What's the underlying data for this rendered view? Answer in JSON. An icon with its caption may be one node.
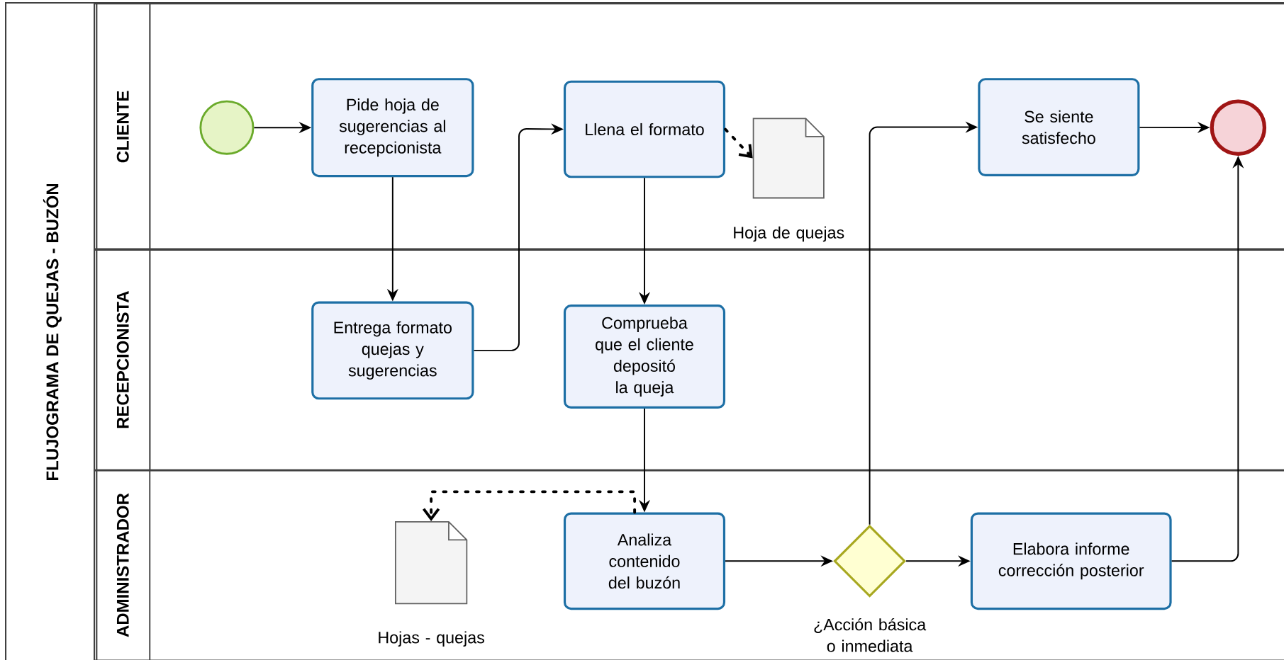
{
  "diagram": {
    "nodes": [
      {
        "text": [
          "FLUJOGRAMA DE  QUEJAS - BUZÓN"
        ]
      },
      {
        "text": [
          "CLIENTE"
        ],
        "in": 0
      },
      {
        "text": [],
        "shape": "circle",
        "in": 1
      },
      {
        "text": [
          "Pide hoja de sugerencias al recepcionista"
        ],
        "in": 1
      },
      {
        "text": [
          "Llena el formato"
        ],
        "in": 1
      },
      {
        "text": [
          "Hoja de quejas"
        ],
        "in": 1
      },
      {
        "text": [
          "Se siente satisfecho"
        ],
        "in": 1
      },
      {
        "text": [],
        "shape": "circle",
        "in": 1
      },
      {
        "text": [
          "RECEPCIONISTA"
        ],
        "in": 0
      },
      {
        "text": [
          "Entrega formato quejas y sugerencias"
        ],
        "in": 8
      },
      {
        "text": [
          "Comprueba que el cliente depositó la queja"
        ],
        "in": 8
      },
      {
        "text": [
          "ADMINISTRADOR"
        ],
        "in": 0
      },
      {
        "text": [
          "Hojas - quejas"
        ],
        "in": 11
      },
      {
        "text": [
          "Analiza contenido del buzón"
        ],
        "in": 11
      },
      {
        "text": [
          "¿Acción básica o inmediata"
        ],
        "in": 11
      },
      {
        "text": [
          "Elabora informe corrección posterior"
        ],
        "in": 11
      }
    ],
    "edges": [
      {
        "from": 2,
        "to": 3,
        "arrow": "to"
      },
      {
        "from": 3,
        "to": 9,
        "arrow": "to"
      },
      {
        "from": 9,
        "to": 4,
        "arrow": "to"
      },
      {
        "from": 4,
        "to": 10,
        "arrow": "to"
      },
      {
        "from": 4,
        "to": 5,
        "arrow": "to",
        "style": "dashed"
      },
      {
        "from": 10,
        "to": 13,
        "arrow": "to"
      },
      {
        "from": 13,
        "to": 12,
        "arrow": "to",
        "style": "dashed"
      },
      {
        "from": 13,
        "to": 14,
        "arrow": "to"
      },
      {
        "from": 14,
        "to": 6,
        "arrow": "to"
      },
      {
        "from": 14,
        "to": 15,
        "arrow": "to"
      },
      {
        "from": 6,
        "to": 7,
        "arrow": "to"
      },
      {
        "from": 15,
        "to": 7,
        "arrow": "to"
      }
    ]
  }
}
